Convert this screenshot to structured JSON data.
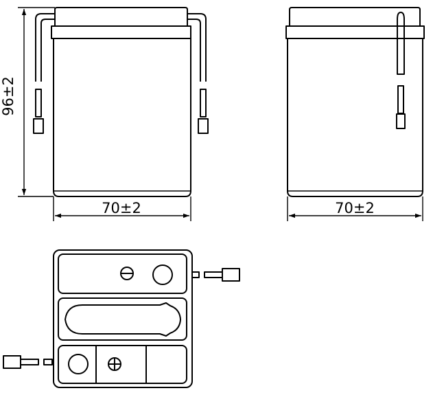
{
  "dimensions": {
    "height_label": "96±2",
    "width_label_front": "70±2",
    "width_label_side": "70±2"
  },
  "symbols": {
    "negative": "−",
    "positive": "+"
  }
}
